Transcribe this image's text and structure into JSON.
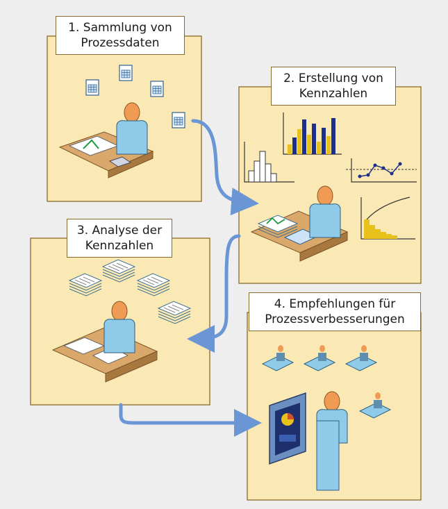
{
  "colors": {
    "background": "#eeeeee",
    "panel_fill": "#fbe9b5",
    "panel_border": "#8a6a2a",
    "arrow": "#6b96d6",
    "person_body": "#8fcbe8",
    "person_head": "#ef9b54",
    "desk": "#d9a86a",
    "chart_bar_yellow": "#e8c21a",
    "chart_bar_navy": "#1e2f8a"
  },
  "steps": [
    {
      "id": "step-1",
      "label": "1. Sammlung von\nProzessdaten",
      "icon": "collect-data-icon"
    },
    {
      "id": "step-2",
      "label": "2. Erstellung von\nKennzahlen",
      "icon": "create-kpis-icon"
    },
    {
      "id": "step-3",
      "label": "3. Analyse der\nKennzahlen",
      "icon": "analyze-kpis-icon"
    },
    {
      "id": "step-4",
      "label": "4. Empfehlungen für\nProzessverbesserungen",
      "icon": "present-recommendations-icon"
    }
  ]
}
